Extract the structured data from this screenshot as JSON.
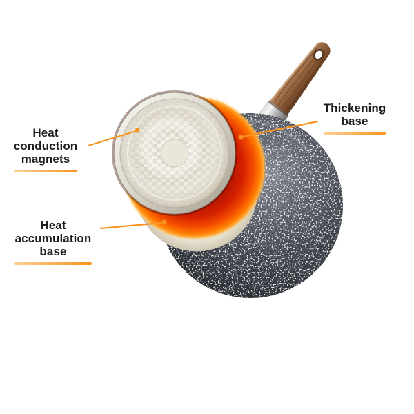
{
  "callouts": {
    "heat_conduction_magnets": {
      "lines": [
        "Heat",
        "conduction",
        "magnets"
      ]
    },
    "heat_accumulation_base": {
      "lines": [
        "Heat",
        "accumulation",
        "base"
      ]
    },
    "thickening_base": {
      "lines": [
        "Thickening",
        "base"
      ]
    }
  },
  "colors": {
    "background": "#ffffff",
    "accent_orange": "#f7941d",
    "label_text": "#1d1d1f",
    "pan_body_dark": "#3d414a",
    "heat_glow_red": "#c81800",
    "heat_glow_orange": "#ff7d00",
    "induction_base_silver": "#ece7db",
    "inner_base_white": "#f2edde",
    "handle_wood": "#91613d"
  }
}
